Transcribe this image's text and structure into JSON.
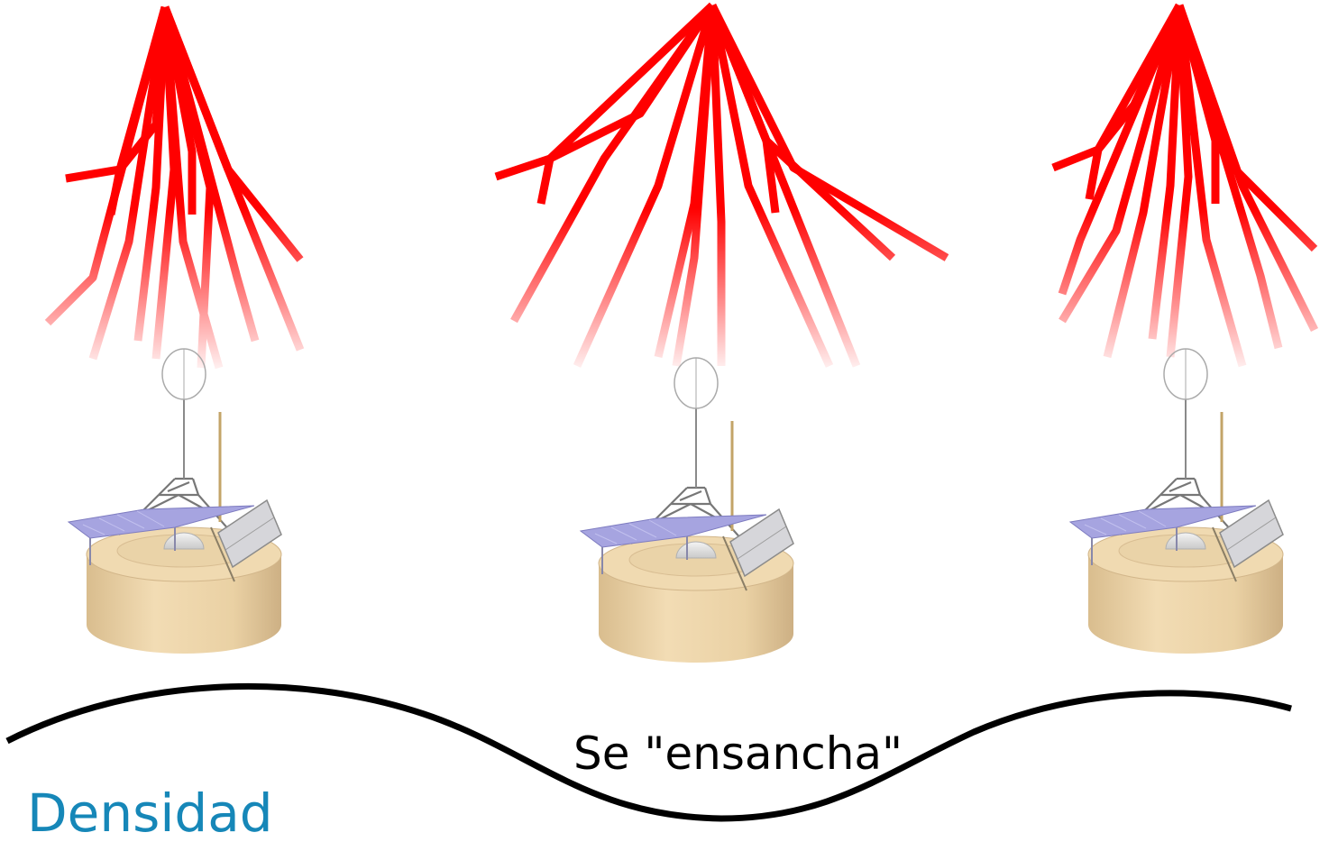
{
  "labels": {
    "curve_caption": "Se \"ensancha\"",
    "axis_label": "Densidad"
  },
  "colors": {
    "shower": "#ff0000",
    "tank_body": "#ecd2a6",
    "solar_panel": "#a6a4e0",
    "axis_label": "#1687b8",
    "curve": "#000000"
  },
  "elements": {
    "showers": [
      "red-particle-shower",
      "red-particle-shower",
      "red-particle-shower"
    ],
    "detectors": [
      "water-cherenkov-tank",
      "water-cherenkov-tank",
      "water-cherenkov-tank"
    ]
  }
}
